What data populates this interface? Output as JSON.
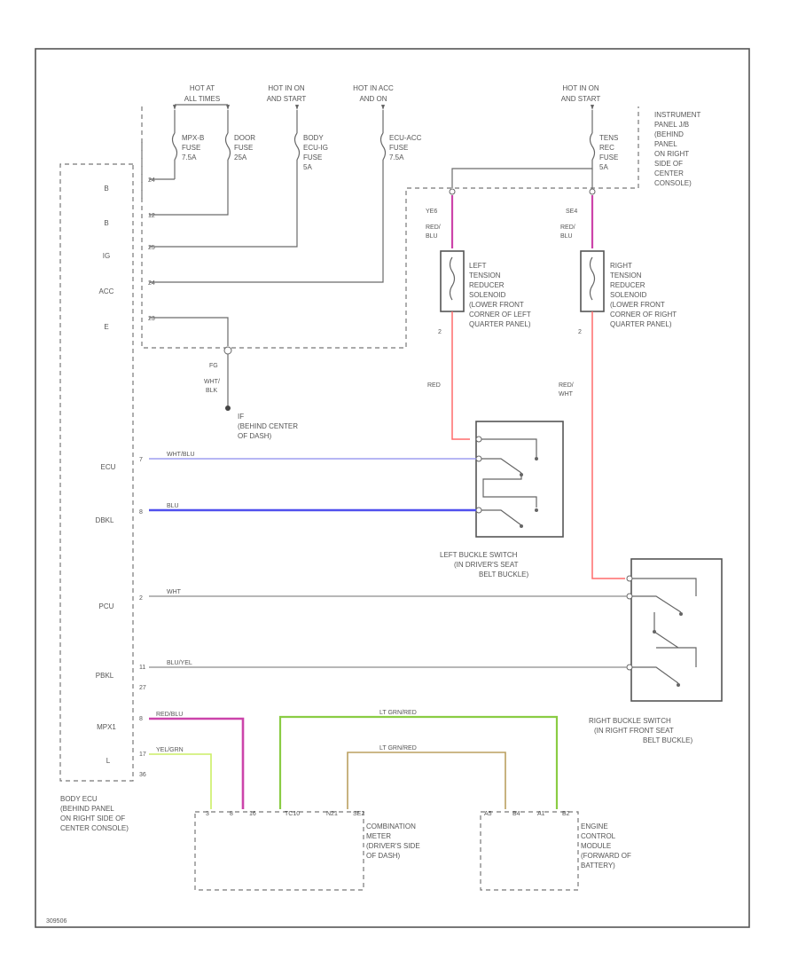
{
  "colors": {
    "red": "#ff6b6b",
    "pink": "#cc44aa",
    "blue": "#5050ee",
    "light_blue": "#8a8aee",
    "green": "#8acc44",
    "yellow_green": "#ccee66",
    "tan": "#bba060",
    "gray": "#8c8c8c"
  },
  "power": {
    "hot_at_all_times": [
      "HOT AT",
      "ALL TIMES"
    ],
    "hot_in_on_start_1": [
      "HOT IN ON",
      "AND START"
    ],
    "hot_in_acc_on": [
      "HOT IN ACC",
      "AND ON"
    ],
    "hot_in_on_start_2": [
      "HOT IN ON",
      "AND START"
    ]
  },
  "fuses": {
    "mpx_b": [
      "MPX-B",
      "FUSE",
      "7.5A"
    ],
    "door": [
      "DOOR",
      "FUSE",
      "25A"
    ],
    "body_ecu": [
      "BODY",
      "ECU-IG",
      "FUSE",
      "5A"
    ],
    "ecu_acc": [
      "ECU-ACC",
      "FUSE",
      "7.5A"
    ],
    "tens_rec": [
      "TENS",
      "REC",
      "FUSE",
      "5A"
    ]
  },
  "instrument_panel": [
    "INSTRUMENT",
    "PANEL J/B",
    "(BEHIND",
    "PANEL",
    "ON RIGHT",
    "SIDE OF",
    "CENTER",
    "CONSOLE)"
  ],
  "ecu_terminals": [
    "B",
    "B",
    "IG",
    "ACC",
    "E",
    "ECU",
    "DBKL",
    "PCU",
    "PBKL",
    "MPX1",
    "L"
  ],
  "ecu_pins": [
    "24",
    "12",
    "25",
    "24",
    "23",
    "7",
    "8",
    "2",
    "11",
    "8",
    "17",
    "27",
    "36"
  ],
  "ecu_label": [
    "BODY ECU",
    "(BEHIND PANEL",
    "ON RIGHT SIDE OF",
    "CENTER CONSOLE)"
  ],
  "ground": {
    "pin": "FG",
    "wire": [
      "WHT/",
      "BLK"
    ],
    "label": [
      "IF",
      "(BEHIND CENTER",
      "OF DASH)"
    ]
  },
  "tension_left": {
    "pin_top": "YE6",
    "wire": [
      "RED/",
      "BLU"
    ],
    "pin_bottom": "2",
    "label": [
      "LEFT",
      "TENSION",
      "REDUCER",
      "SOLENOID",
      "(LOWER FRONT",
      "CORNER OF LEFT",
      "QUARTER PANEL)"
    ],
    "wire_out": "RED"
  },
  "tension_right": {
    "pin_top": "SE4",
    "wire": [
      "RED/",
      "BLU"
    ],
    "pin_bottom": "2",
    "label": [
      "RIGHT",
      "TENSION",
      "REDUCER",
      "SOLENOID",
      "(LOWER FRONT",
      "CORNER OF RIGHT",
      "QUARTER PANEL)"
    ],
    "wire_out": [
      "RED/",
      "WHT"
    ]
  },
  "wires": {
    "ecu_left_buckle": "WHT/BLU",
    "dbkl": "BLU",
    "pcu": "WHT",
    "pbkl": "BLU/YEL",
    "mpx1": "RED/BLU",
    "l": "YEL/GRN",
    "lt_grn_red": "LT GRN/RED",
    "lt_grn_red_2": "LT GRN/RED"
  },
  "left_buckle": [
    "LEFT BUCKLE SWITCH",
    "(IN DRIVER'S SEAT",
    "BELT BUCKLE)"
  ],
  "right_buckle": [
    "RIGHT BUCKLE SWITCH",
    "(IN RIGHT FRONT SEAT",
    "BELT BUCKLE)"
  ],
  "combination_meter": {
    "pins": [
      "3",
      "8",
      "16",
      "TC10",
      "N21",
      "SE2"
    ],
    "label": [
      "COMBINATION",
      "METER",
      "(DRIVER'S SIDE",
      "OF DASH)"
    ]
  },
  "ecm": {
    "pins": [
      "A5",
      "B4",
      "A1",
      "B2"
    ],
    "label": [
      "ENGINE",
      "CONTROL",
      "MODULE",
      "(FORWARD OF",
      "BATTERY)"
    ]
  },
  "footer_code": "309506"
}
